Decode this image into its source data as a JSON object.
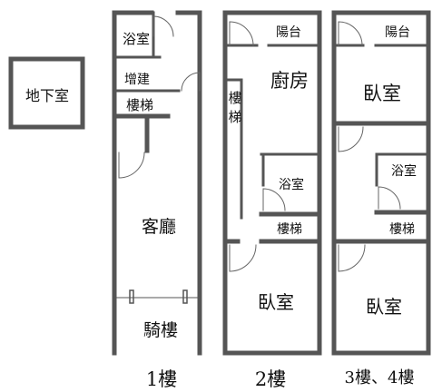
{
  "colors": {
    "wall": "#555555",
    "door": "#666666",
    "text": "#111111",
    "background": "#ffffff"
  },
  "basement": {
    "label": "地下室"
  },
  "floor1": {
    "label": "1樓",
    "rooms": {
      "bathroom": "浴室",
      "extension": "增建",
      "stairs": "樓梯",
      "living": "客廳",
      "arcade": "騎樓"
    }
  },
  "floor2": {
    "label": "2樓",
    "rooms": {
      "balcony": "陽台",
      "kitchen": "廚房",
      "stairs_v1": "樓",
      "stairs_v2": "梯",
      "bathroom": "浴室",
      "stairs": "樓梯",
      "bedroom": "臥室"
    }
  },
  "floor34": {
    "label": "3樓、4樓",
    "rooms": {
      "balcony": "陽台",
      "bedroom_top": "臥室",
      "bathroom": "浴室",
      "stairs": "樓梯",
      "bedroom_bottom": "臥室"
    }
  }
}
